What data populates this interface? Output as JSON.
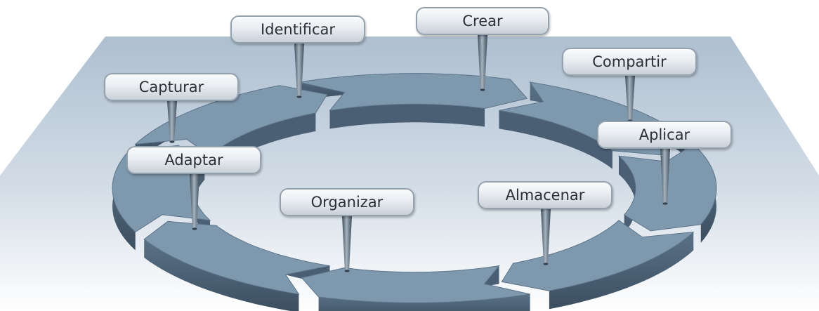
{
  "colors": {
    "plane": "#bccbd9",
    "segment_top": "#7e98ae",
    "segment_side": "#4e6478",
    "label_border": "#95a1ad",
    "label_text": "#2b3036"
  },
  "stages": [
    {
      "id": "crear",
      "label": "Crear"
    },
    {
      "id": "identificar",
      "label": "Identificar"
    },
    {
      "id": "compartir",
      "label": "Compartir"
    },
    {
      "id": "capturar",
      "label": "Capturar"
    },
    {
      "id": "aplicar",
      "label": "Aplicar"
    },
    {
      "id": "adaptar",
      "label": "Adaptar"
    },
    {
      "id": "organizar",
      "label": "Organizar"
    },
    {
      "id": "almacenar",
      "label": "Almacenar"
    }
  ]
}
